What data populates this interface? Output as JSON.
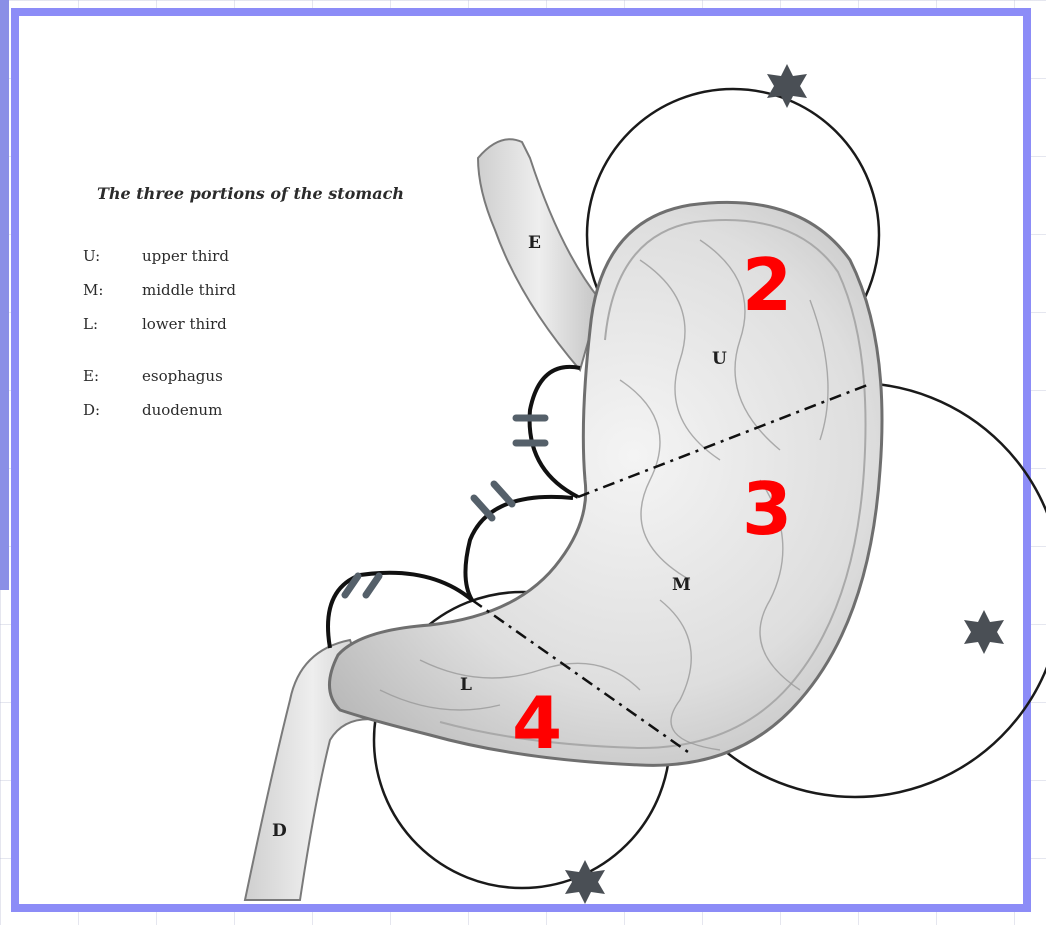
{
  "legend": {
    "title": "The three portions of the stomach",
    "items": [
      {
        "key": "U:",
        "value": "upper third"
      },
      {
        "key": "M:",
        "value": "middle third"
      },
      {
        "key": "L:",
        "value": "lower third"
      }
    ],
    "items2": [
      {
        "key": "E:",
        "value": "esophagus"
      },
      {
        "key": "D:",
        "value": "duodenum"
      }
    ]
  },
  "labels": {
    "esophagus": "E",
    "upper": "U",
    "middle": "M",
    "lower": "L",
    "duodenum": "D"
  },
  "station_numbers": {
    "upper": "2",
    "middle": "3",
    "lower": "4"
  },
  "colors": {
    "frame": "#8c8cf7",
    "numbers": "#ff0000",
    "outline": "#1a1a1a",
    "stomach_fill": "#dcdcdc"
  }
}
